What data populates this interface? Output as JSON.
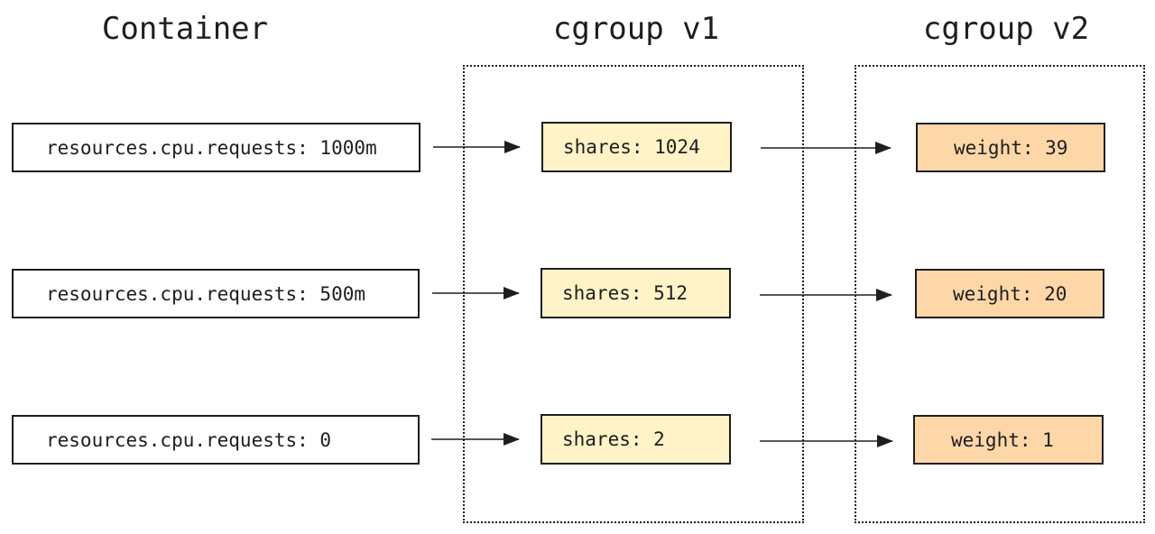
{
  "columns": {
    "container": "Container",
    "v1": "cgroup v1",
    "v2": "cgroup v2"
  },
  "rows": [
    {
      "request": "resources.cpu.requests: 1000m",
      "shares": "shares: 1024",
      "weight": "weight: 39"
    },
    {
      "request": "resources.cpu.requests: 500m",
      "shares": "shares: 512",
      "weight": "weight: 20"
    },
    {
      "request": "resources.cpu.requests: 0",
      "shares": "shares: 2",
      "weight": "weight: 1"
    }
  ],
  "colors": {
    "stroke": "#1e1e1e",
    "container_fill": "#ffffff",
    "v1_fill": "#fff3c7",
    "v2_fill": "#fed7a8"
  }
}
